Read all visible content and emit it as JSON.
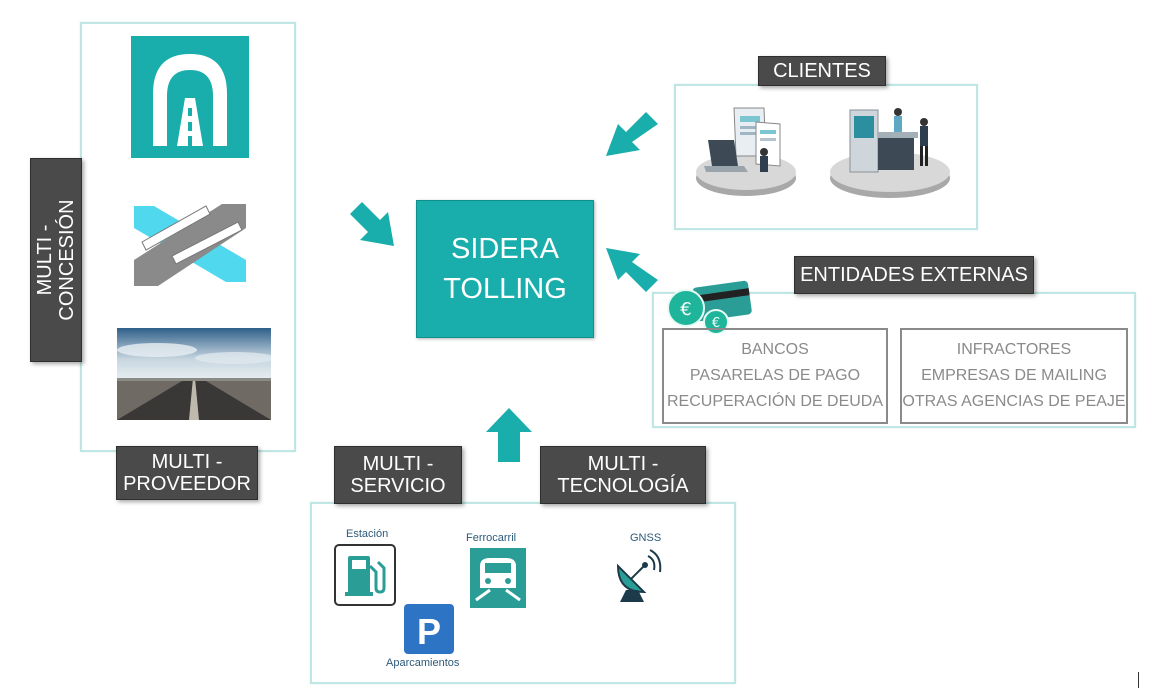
{
  "center": {
    "line1": "SIDERA",
    "line2": "TOLLING"
  },
  "labels": {
    "concesion": {
      "line1": "MULTI -",
      "line2": "CONCESIÓN"
    },
    "proveedor": {
      "line1": "MULTI -",
      "line2": "PROVEEDOR"
    },
    "servicio": {
      "line1": "MULTI -",
      "line2": "SERVICIO"
    },
    "tecnologia": {
      "line1": "MULTI -",
      "line2": "TECNOLOGÍA"
    },
    "clientes": "CLIENTES",
    "entidades": "ENTIDADES EXTERNAS"
  },
  "entidades_left": [
    "BANCOS",
    "PASARELAS DE PAGO",
    "RECUPERACIÓN DE DEUDA"
  ],
  "entidades_right": [
    "INFRACTORES",
    "EMPRESAS DE MAILING",
    "OTRAS AGENCIAS DE PEAJE"
  ],
  "services": {
    "estacion": "Estación",
    "ferrocarril": "Ferrocarril",
    "gnss": "GNSS",
    "aparcamientos": "Aparcamientos",
    "parking_letter": "P"
  },
  "colors": {
    "teal": "#19aeab",
    "dark_label": "#4a4a4a",
    "frame": "#bfe6e2",
    "parking_blue": "#2e74c4"
  }
}
